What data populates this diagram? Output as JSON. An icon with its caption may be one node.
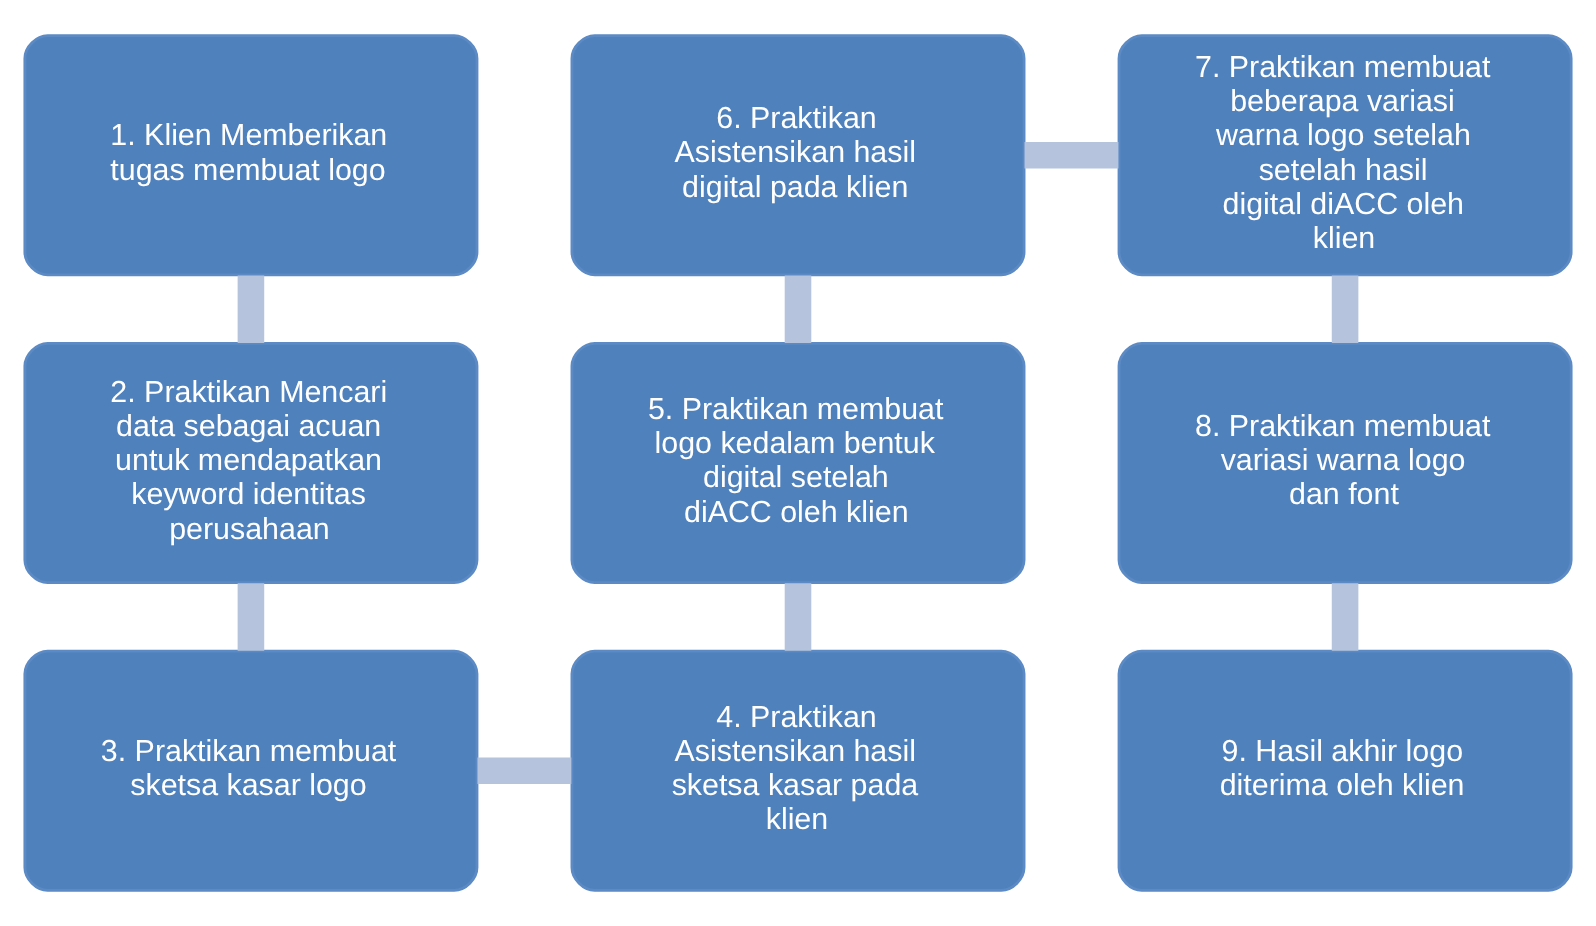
{
  "diagram": {
    "nodes": [
      {
        "text": [
          "1. Klien Memberikan tugas membuat logo"
        ]
      },
      {
        "text": [
          "2. Praktikan Mencari data sebagai acuan untuk mendapatkan keyword identitas perusahaan"
        ]
      },
      {
        "text": [
          "3. Praktikan membuat sketsa kasar logo"
        ]
      },
      {
        "text": [
          "4. Praktikan Asistensikan hasil sketsa kasar pada klien"
        ]
      },
      {
        "text": [
          "5. Praktikan membuat logo kedalam bentuk digital setelah diACC oleh klien"
        ]
      },
      {
        "text": [
          "6. Praktikan Asistensikan hasil digital pada klien"
        ]
      },
      {
        "text": [
          "7. Praktikan membuat beberapa variasi warna logo setelah setelah hasil digital diACC oleh klien"
        ]
      },
      {
        "text": [
          "8. Praktikan membuat variasi warna logo dan font"
        ]
      },
      {
        "text": [
          "9. Hasil akhir logo diterima oleh klien"
        ]
      }
    ],
    "edges": [
      {
        "from": 0,
        "to": 1,
        "arrow": "none"
      },
      {
        "from": 1,
        "to": 2,
        "arrow": "none"
      },
      {
        "from": 2,
        "to": 3,
        "arrow": "none"
      },
      {
        "from": 3,
        "to": 4,
        "arrow": "none"
      },
      {
        "from": 4,
        "to": 5,
        "arrow": "none"
      },
      {
        "from": 5,
        "to": 6,
        "arrow": "none"
      },
      {
        "from": 6,
        "to": 7,
        "arrow": "none"
      },
      {
        "from": 7,
        "to": 8,
        "arrow": "none"
      }
    ]
  }
}
